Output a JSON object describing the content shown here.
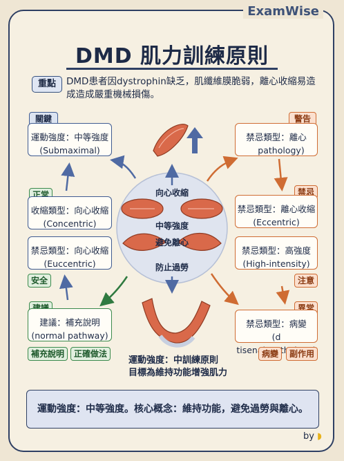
{
  "brand": "ExamWise",
  "title": "DMD 肌力訓練原則",
  "keypoint": {
    "tag": "重點",
    "text": "DMD患者因dystrophin缺乏，肌纖維膜脆弱，離心收縮易造成造成嚴重機械損傷。"
  },
  "left": [
    {
      "tag": "關鍵",
      "line1": "運動強度：中等強度",
      "line2": "(Submaximal)"
    },
    {
      "tag": "正常",
      "line1": "收縮類型：向心收縮",
      "line2": "(Concentric)"
    },
    {
      "tag": "",
      "line1": "禁忌類型：向心收縮",
      "line2": "(Euccentric)"
    },
    {
      "tag": "建議",
      "line1": "建議：補充說明",
      "line2": "(normal pathway)"
    }
  ],
  "left_extra_tags": {
    "safe": "安全",
    "supplement": "補充說明",
    "correct": "正確做法"
  },
  "right": [
    {
      "tag": "警告",
      "line1": "禁忌類型：離心",
      "line2": "pathology)"
    },
    {
      "tag": "禁忌",
      "line1": "禁忌類型：離心收縮",
      "line2": "(Eccentric)"
    },
    {
      "tag": "",
      "line1": "禁忌類型：高強度",
      "line2": "(High-intensity)"
    },
    {
      "tag": "異常",
      "line1": "禁忌類型：病變",
      "line2": "(d tisenal_pathology)"
    }
  ],
  "right_extra_tags": {
    "caution": "注意",
    "lesion": "病變",
    "side_effect": "副作用"
  },
  "center": {
    "concentric": "向心收縮",
    "moderate": "中等強度",
    "avoid_eccentric": "避免離心",
    "prevent_overwork": "防止過勞"
  },
  "bottom_caption": {
    "line1": "運動強度：中訓練原則",
    "line2": "目標為維持功能增強肌力"
  },
  "footer": "運動強度：中等強度。核心概念：維持功能，避免過勞與離心。",
  "by": "by",
  "colors": {
    "navy": "#2e3f63",
    "orange": "#cf6c33",
    "green": "#3b8a4c",
    "muscle": "#d9694a"
  }
}
